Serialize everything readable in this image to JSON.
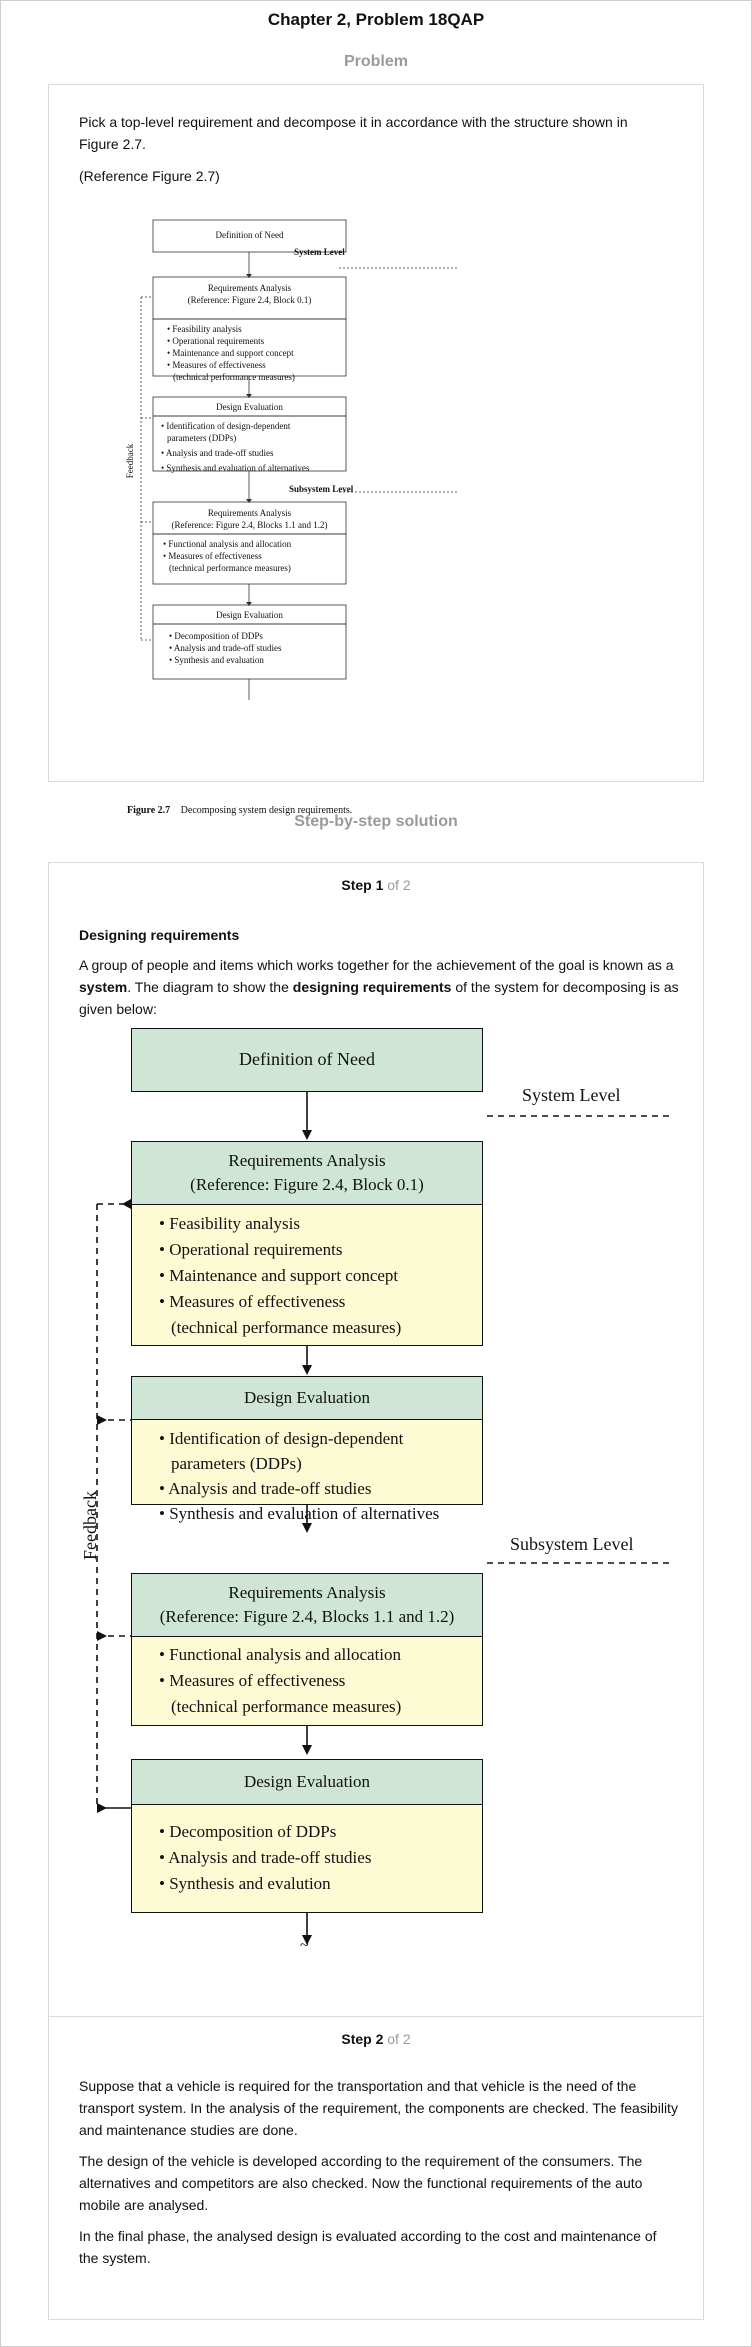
{
  "header": {
    "title": "Chapter 2, Problem 18QAP"
  },
  "problem": {
    "section_label": "Problem",
    "text": "Pick a top-level requirement and decompose it in accordance with the structure shown in Figure 2.7.",
    "reference": "(Reference Figure 2.7)",
    "figure": {
      "need": "Definition of Need",
      "system_level": "System Level",
      "subsystem_level": "Subsystem Level",
      "feedback": "Feedback",
      "ra1_title": "Requirements Analysis",
      "ra1_ref": "(Reference: Figure 2.4, Block 0.1)",
      "ra1_items": [
        "• Feasibility analysis",
        "• Operational requirements",
        "• Maintenance and support concept",
        "• Measures of effectiveness",
        "(technical performance measures)"
      ],
      "de1_title": "Design Evaluation",
      "de1_items": [
        "• Identification of design-dependent",
        "parameters (DDPs)",
        "• Analysis and trade-off studies",
        "• Synthesis and evaluation of alternatives"
      ],
      "ra2_title": "Requirements Analysis",
      "ra2_ref": "(Reference: Figure 2.4, Blocks 1.1 and 1.2)",
      "ra2_items": [
        "• Functional analysis and allocation",
        "• Measures of effectiveness",
        "(technical performance measures)"
      ],
      "de2_title": "Design Evaluation",
      "de2_items": [
        "• Decomposition of DDPs",
        "• Analysis and trade-off studies",
        "• Synthesis and evaluation"
      ],
      "caption_num": "Figure 2.7",
      "caption_text": "Decomposing system design requirements."
    }
  },
  "solution": {
    "section_label": "Step-by-step solution",
    "step1": {
      "label": "Step 1",
      "of": "of 2",
      "heading": "Designing requirements",
      "para_a": "A group of people and items which works together for the achievement of the goal is known as a ",
      "para_b": "system",
      "para_c": ". The diagram to show the ",
      "para_d": "designing requirements",
      "para_e": " of the system for decomposing is as given below:",
      "diagram": {
        "need": "Definition of Need",
        "system_level": "System Level",
        "subsystem_level": "Subsystem Level",
        "feedback": "Feedback",
        "ra1_title": "Requirements Analysis",
        "ra1_ref": "(Reference: Figure 2.4, Block 0.1)",
        "ra1_items": [
          "• Feasibility analysis",
          "• Operational requirements",
          "• Maintenance and support concept",
          "• Measures of effectiveness",
          "(technical performance measures)"
        ],
        "de1_title": "Design Evaluation",
        "de1_items": [
          "• Identification of design-dependent",
          "parameters (DDPs)",
          "• Analysis and trade-off studies",
          "• Synthesis and evaluation of alternatives"
        ],
        "ra2_title": "Requirements Analysis",
        "ra2_ref": "(Reference: Figure 2.4, Blocks 1.1 and 1.2)",
        "ra2_items": [
          "• Functional analysis and allocation",
          "• Measures of effectiveness",
          "(technical performance measures)"
        ],
        "de2_title": "Design Evaluation",
        "de2_items": [
          "• Decomposition of DDPs",
          "• Analysis and trade-off studies",
          "• Synthesis and evalution"
        ],
        "tilde": "~"
      }
    },
    "step2": {
      "label": "Step 2",
      "of": "of 2",
      "para1": "Suppose that a vehicle is required for the transportation and that vehicle is the need of the transport system. In the analysis of the requirement, the components are checked. The feasibility and maintenance studies are done.",
      "para2": "The design of the vehicle is developed according to the requirement of the consumers. The alternatives and competitors are also checked. Now the functional requirements of the auto mobile are analysed.",
      "para3": "In the final phase, the analysed design is evaluated according to the cost and maintenance of the system."
    }
  }
}
